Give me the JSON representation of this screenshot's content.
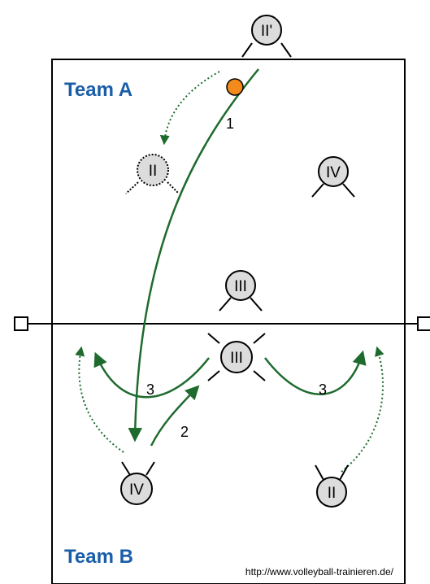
{
  "colors": {
    "team_label": "#1a5ea8",
    "move_arrow": "#1f6b2e",
    "ball": "#f28a1c",
    "player_fill": "#dcdcdc",
    "court_line": "#000000"
  },
  "team_a": {
    "label": "Team A",
    "players": [
      {
        "name": "II'",
        "dashed": false
      },
      {
        "name": "II",
        "dashed": true
      },
      {
        "name": "IV",
        "dashed": false
      },
      {
        "name": "III",
        "dashed": false
      }
    ]
  },
  "team_b": {
    "label": "Team B",
    "players": [
      {
        "name": "III",
        "dashed": false
      },
      {
        "name": "IV",
        "dashed": false
      },
      {
        "name": "II",
        "dashed": false
      }
    ]
  },
  "steps": [
    "1",
    "2",
    "3",
    "3"
  ],
  "source_url": "http://www.volleyball-trainieren.de/"
}
